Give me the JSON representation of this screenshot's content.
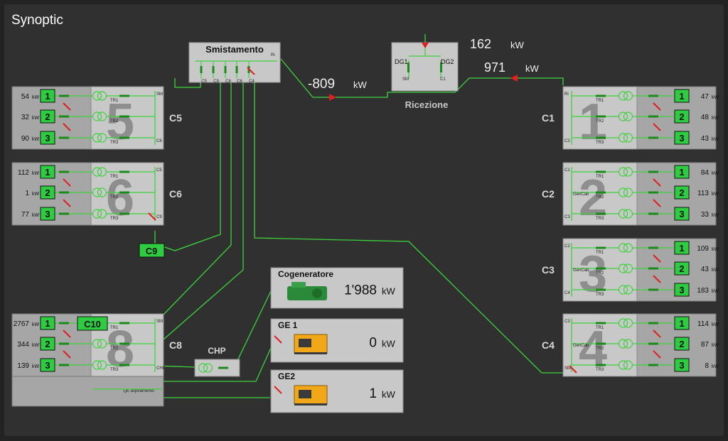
{
  "title": "Synoptic",
  "colors": {
    "green": "#2ecc40",
    "line": "#3cd23c",
    "box_light": "#c8c8c8",
    "box_dark": "#a6a6a6",
    "red": "#e02020",
    "background": "#303030"
  },
  "smistamento": {
    "title": "Smistamento",
    "ports": [
      "C5",
      "C9",
      "C8",
      "C6",
      "C4"
    ],
    "ri": "Ri"
  },
  "ricezione": {
    "title": "Ricezione",
    "dg1": "DG1",
    "dg2": "DG2",
    "sm": "SM",
    "c1": "C1"
  },
  "flows": {
    "left": {
      "value": "-809",
      "unit": "kW"
    },
    "top": {
      "value": "162",
      "unit": "kW"
    },
    "right": {
      "value": "971",
      "unit": "kW"
    }
  },
  "cabins": [
    {
      "id": "c5",
      "number": "5",
      "label": "C5",
      "ports": [
        "SM",
        "C6"
      ],
      "tr": [
        "TR1",
        "TR2",
        "TR3"
      ],
      "feeders": [
        {
          "n": "1",
          "value": "54",
          "unit": "kW"
        },
        {
          "n": "2",
          "value": "32",
          "unit": "kW"
        },
        {
          "n": "3",
          "value": "90",
          "unit": "kW"
        }
      ]
    },
    {
      "id": "c6",
      "number": "6",
      "label": "C6",
      "ports": [
        "C5",
        "C9"
      ],
      "tr": [
        "TR1",
        "TR2",
        "TR3"
      ],
      "feeders": [
        {
          "n": "1",
          "value": "112",
          "unit": "kW"
        },
        {
          "n": "2",
          "value": "1",
          "unit": "kW"
        },
        {
          "n": "3",
          "value": "77",
          "unit": "kW"
        }
      ]
    },
    {
      "id": "c8",
      "number": "8",
      "label": "C8",
      "ports": [
        "SM",
        "SM",
        "CHP"
      ],
      "tr": [
        "TR1",
        "TR2",
        "TR3"
      ],
      "feeders": [
        {
          "n": "1",
          "value": "2767",
          "unit": "kW"
        },
        {
          "n": "2",
          "value": "344",
          "unit": "kW"
        },
        {
          "n": "3",
          "value": "139",
          "unit": "kW"
        }
      ],
      "extra": "QE aspiramento",
      "c10": "C10"
    },
    {
      "id": "c1",
      "number": "1",
      "label": "C1",
      "ports": [
        "Ri",
        "C2"
      ],
      "tr": [
        "TR1",
        "TR2",
        "TR3"
      ],
      "feeders": [
        {
          "n": "1",
          "value": "47",
          "unit": "kW"
        },
        {
          "n": "2",
          "value": "48",
          "unit": "kW"
        },
        {
          "n": "3",
          "value": "43",
          "unit": "kW"
        }
      ]
    },
    {
      "id": "c2",
      "number": "2",
      "label": "C2",
      "ports": [
        "C1",
        "C3"
      ],
      "gencab": "GenCab",
      "tr": [
        "TR1",
        "TR2",
        "TR3"
      ],
      "feeders": [
        {
          "n": "1",
          "value": "84",
          "unit": "kW"
        },
        {
          "n": "2",
          "value": "113",
          "unit": "kW"
        },
        {
          "n": "3",
          "value": "33",
          "unit": "kW"
        }
      ]
    },
    {
      "id": "c3",
      "number": "3",
      "label": "C3",
      "ports": [
        "C2",
        "C4"
      ],
      "gencab": "GenCab",
      "tr": [
        "TR1",
        "TR2",
        "TR3"
      ],
      "feeders": [
        {
          "n": "1",
          "value": "109",
          "unit": "kW"
        },
        {
          "n": "2",
          "value": "43",
          "unit": "kW"
        },
        {
          "n": "3",
          "value": "183",
          "unit": "kW"
        }
      ]
    },
    {
      "id": "c4",
      "number": "4",
      "label": "C4",
      "ports": [
        "C3",
        "SM"
      ],
      "gencab": "GenCab",
      "tr": [
        "TR1",
        "TR2",
        "TR3"
      ],
      "feeders": [
        {
          "n": "1",
          "value": "114",
          "unit": "kW"
        },
        {
          "n": "2",
          "value": "87",
          "unit": "kW"
        },
        {
          "n": "3",
          "value": "8",
          "unit": "kW"
        }
      ]
    }
  ],
  "c9": "C9",
  "chp": {
    "label": "CHP"
  },
  "generators": {
    "cogeneratore": {
      "title": "Cogeneratore",
      "value": "1'988",
      "unit": "kW"
    },
    "ge1": {
      "title": "GE 1",
      "value": "0",
      "unit": "kW"
    },
    "ge2": {
      "title": "GE2",
      "value": "1",
      "unit": "kW"
    }
  }
}
